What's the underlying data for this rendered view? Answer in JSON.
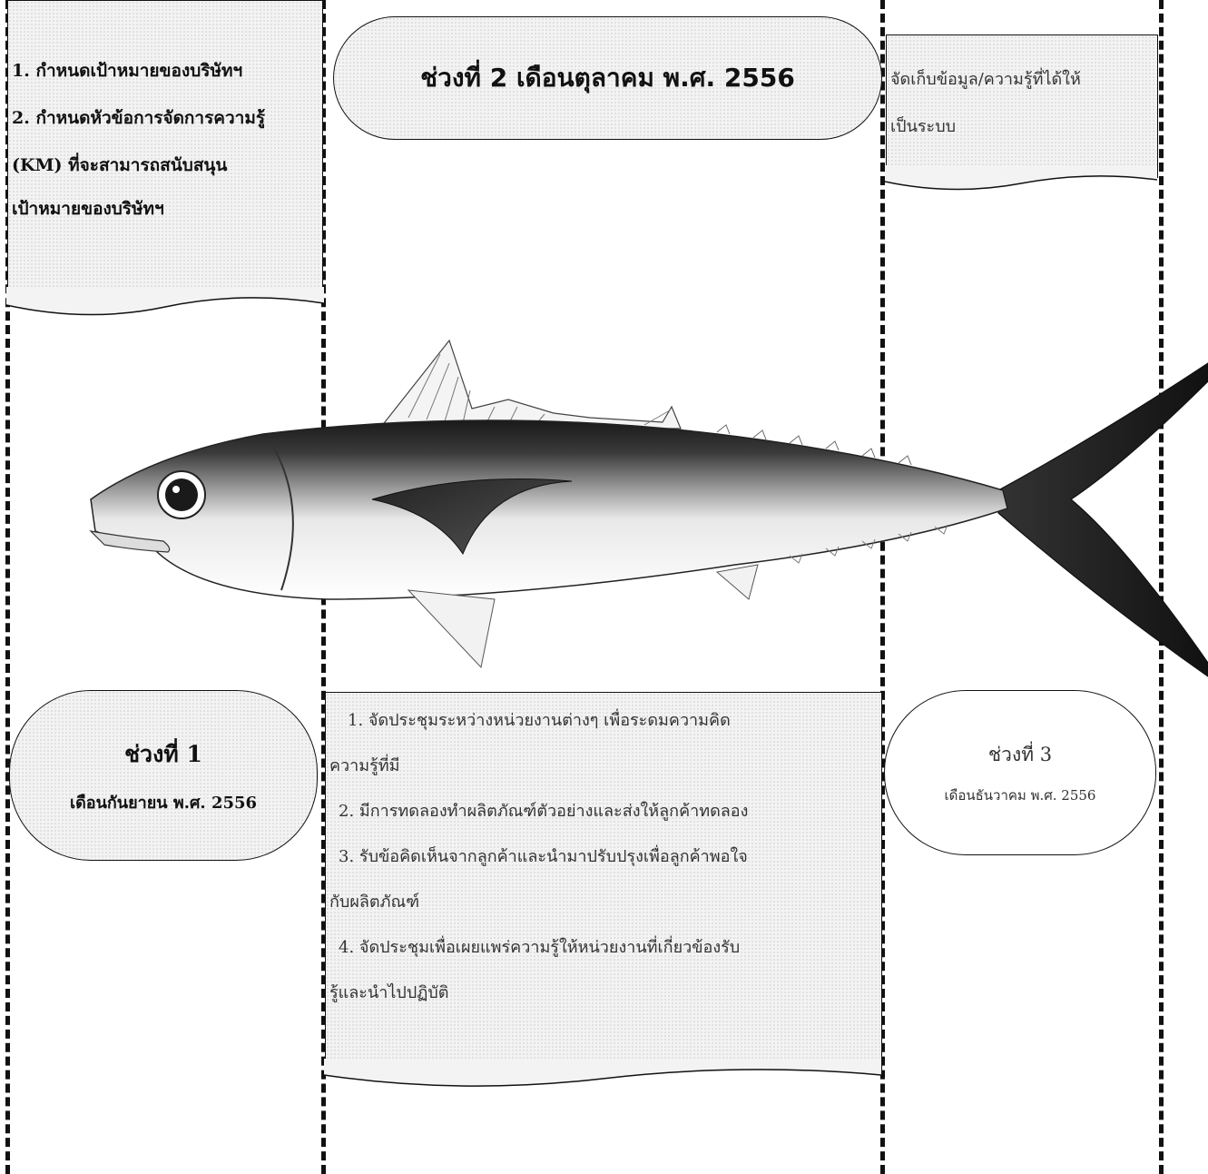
{
  "box_left_goals": {
    "lines": [
      "1. กำหนดเป้าหมายของบริษัทฯ",
      "2. กำหนดหัวข้อการจัดการความรู้",
      "(KM) ที่จะสามารถสนับสนุน",
      "เป้าหมายของบริษัทฯ"
    ]
  },
  "pill_phase2": {
    "title": "ช่วงที่ 2  เดือนตุลาคม พ.ศ. 2556"
  },
  "box_right_store": {
    "lines": [
      "จัดเก็บข้อมูล/ความรู้ที่ได้ให้",
      "เป็นระบบ"
    ]
  },
  "pill_phase1": {
    "title": "ช่วงที่ 1",
    "subtitle": "เดือนกันยายน พ.ศ. 2556"
  },
  "box_middle_activities": {
    "lines": [
      "1. จัดประชุมระหว่างหน่วยงานต่างๆ เพื่อระดมความคิด",
      "ความรู้ที่มี",
      "2. มีการทดลองทำผลิตภัณฑ์ตัวอย่างและส่งให้ลูกค้าทดลอง",
      "3. รับข้อคิดเห็นจากลูกค้าและนำมาปรับปรุงเพื่อลูกค้าพอใจ",
      "กับผลิตภัณฑ์",
      "4. จัดประชุมเพื่อเผยแพร่ความรู้ให้หน่วยงานที่เกี่ยวข้องรับ",
      "รู้และนำไปปฏิบัติ"
    ]
  },
  "pill_phase3": {
    "title": "ช่วงที่ 3",
    "subtitle": "เดือนธันวาคม พ.ศ. 2556"
  },
  "colors": {
    "ink": "#111111",
    "shade": "#f3f3f3"
  },
  "icons": {
    "fish": "fish-illustration"
  }
}
